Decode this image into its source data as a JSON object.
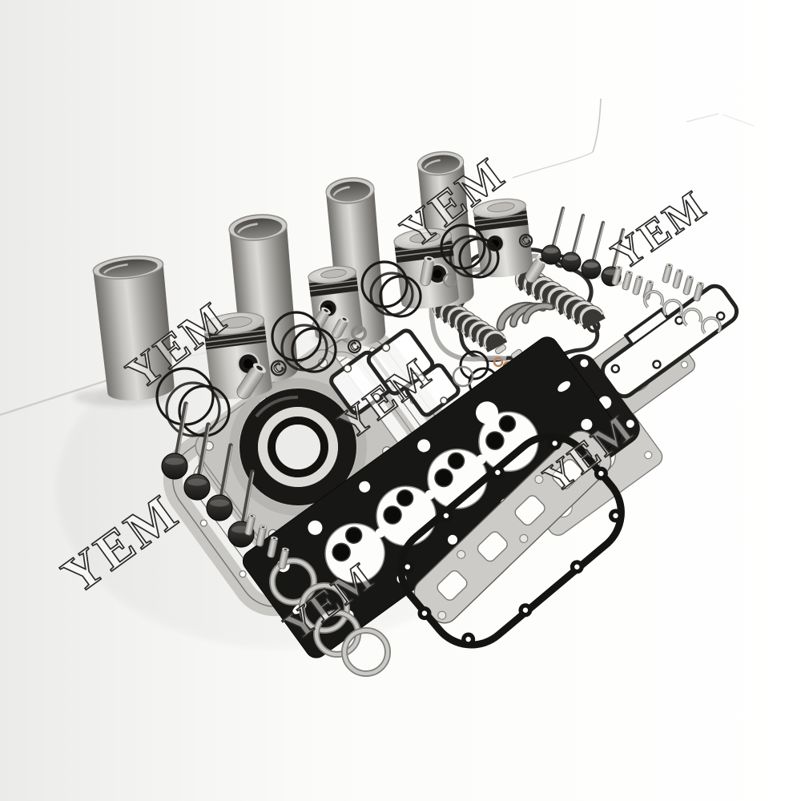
{
  "scene": {
    "kind": "product-photo",
    "subject": "Diesel engine overhaul rebuild kit laid out on a white studio background",
    "watermark": {
      "text": "YEM",
      "copyright_mark": "©"
    },
    "parts": [
      {
        "id": "cylinder-liners",
        "label": "Cylinder liners",
        "count": 4
      },
      {
        "id": "pistons",
        "label": "Pistons",
        "count": 4
      },
      {
        "id": "piston-pins",
        "label": "Piston wrist pins",
        "count": 6
      },
      {
        "id": "piston-ring-sets",
        "label": "Piston ring sets (black)",
        "count": 4
      },
      {
        "id": "chrome-piston-rings",
        "label": "Piston rings (chrome)",
        "count": 4
      },
      {
        "id": "engine-valves",
        "label": "Intake / exhaust valves",
        "count": 8
      },
      {
        "id": "valve-guides",
        "label": "Valve guides",
        "count": 12
      },
      {
        "id": "circlips",
        "label": "Circlips",
        "count": 4
      },
      {
        "id": "rod-bearings",
        "label": "Connecting-rod bearing shells"
      },
      {
        "id": "main-bearings",
        "label": "Main bearing shells"
      },
      {
        "id": "thrust-washers",
        "label": "Thrust washers",
        "count": 3
      },
      {
        "id": "head-gasket",
        "label": "Cylinder head gasket"
      },
      {
        "id": "valve-cover-gasket",
        "label": "Valve cover gasket"
      },
      {
        "id": "exhaust-manifold-gasket",
        "label": "Exhaust manifold gasket"
      },
      {
        "id": "timing-cover-gasket",
        "label": "Timing cover gasket"
      },
      {
        "id": "oil-pan-gasket",
        "label": "Oil pan gasket"
      },
      {
        "id": "rear-main-seal",
        "label": "Crankshaft rear main seal"
      },
      {
        "id": "front-plate-gasket",
        "label": "Front plate gasket"
      },
      {
        "id": "rear-plate-gasket",
        "label": "Rear plate gasket"
      },
      {
        "id": "small-gaskets-orings",
        "label": "Small gaskets, O-rings and seals"
      }
    ],
    "palette": {
      "background": "#fdfdfc",
      "wall_shade": "#ededeb",
      "metal_light": "#dcdad6",
      "metal_mid": "#9a9894",
      "metal_dark": "#55534f",
      "rubber_black": "#171715",
      "gasket_silver": "#c9c7c3",
      "copper": "#b5825f"
    }
  }
}
